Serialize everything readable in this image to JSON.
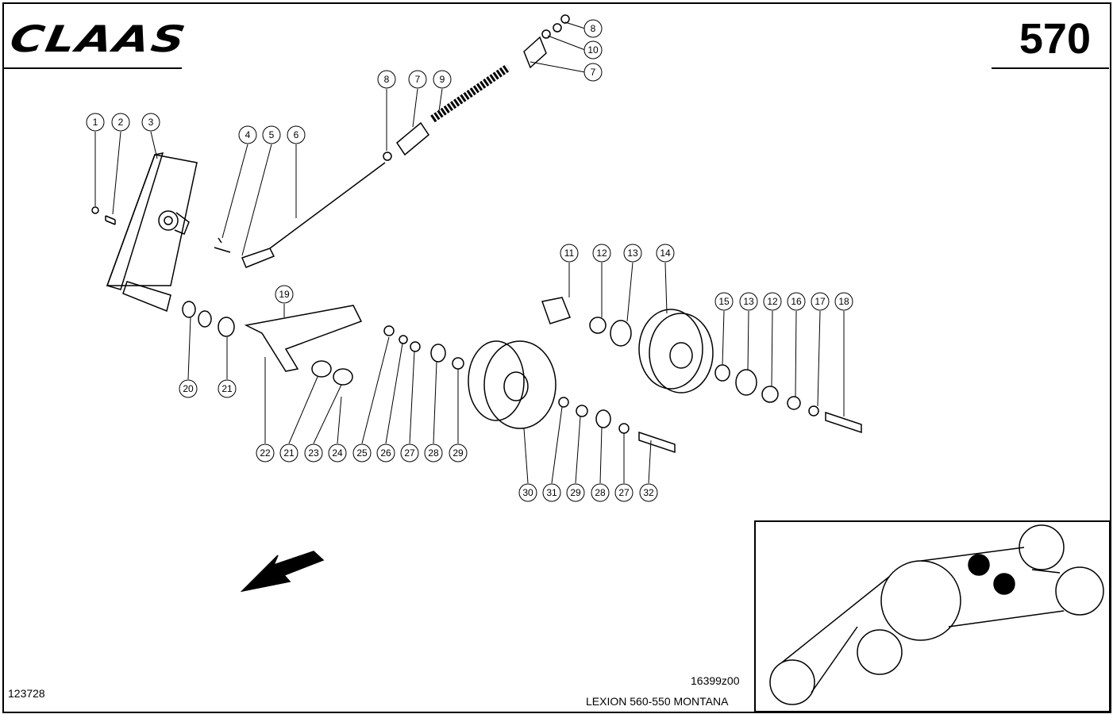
{
  "header": {
    "brand": "CLAAS",
    "page_number": "570"
  },
  "footer": {
    "document_id": "123728",
    "drawing_number": "16399z00",
    "model": "LEXION 560-550 MONTANA"
  },
  "callouts": [
    "8",
    "10",
    "7",
    "8",
    "7",
    "9",
    "1",
    "2",
    "3",
    "4",
    "5",
    "6",
    "19",
    "11",
    "12",
    "13",
    "14",
    "15",
    "13",
    "12",
    "16",
    "17",
    "18",
    "20",
    "21",
    "22",
    "21",
    "23",
    "24",
    "25",
    "26",
    "27",
    "28",
    "29",
    "30",
    "31",
    "29",
    "28",
    "27",
    "32"
  ]
}
